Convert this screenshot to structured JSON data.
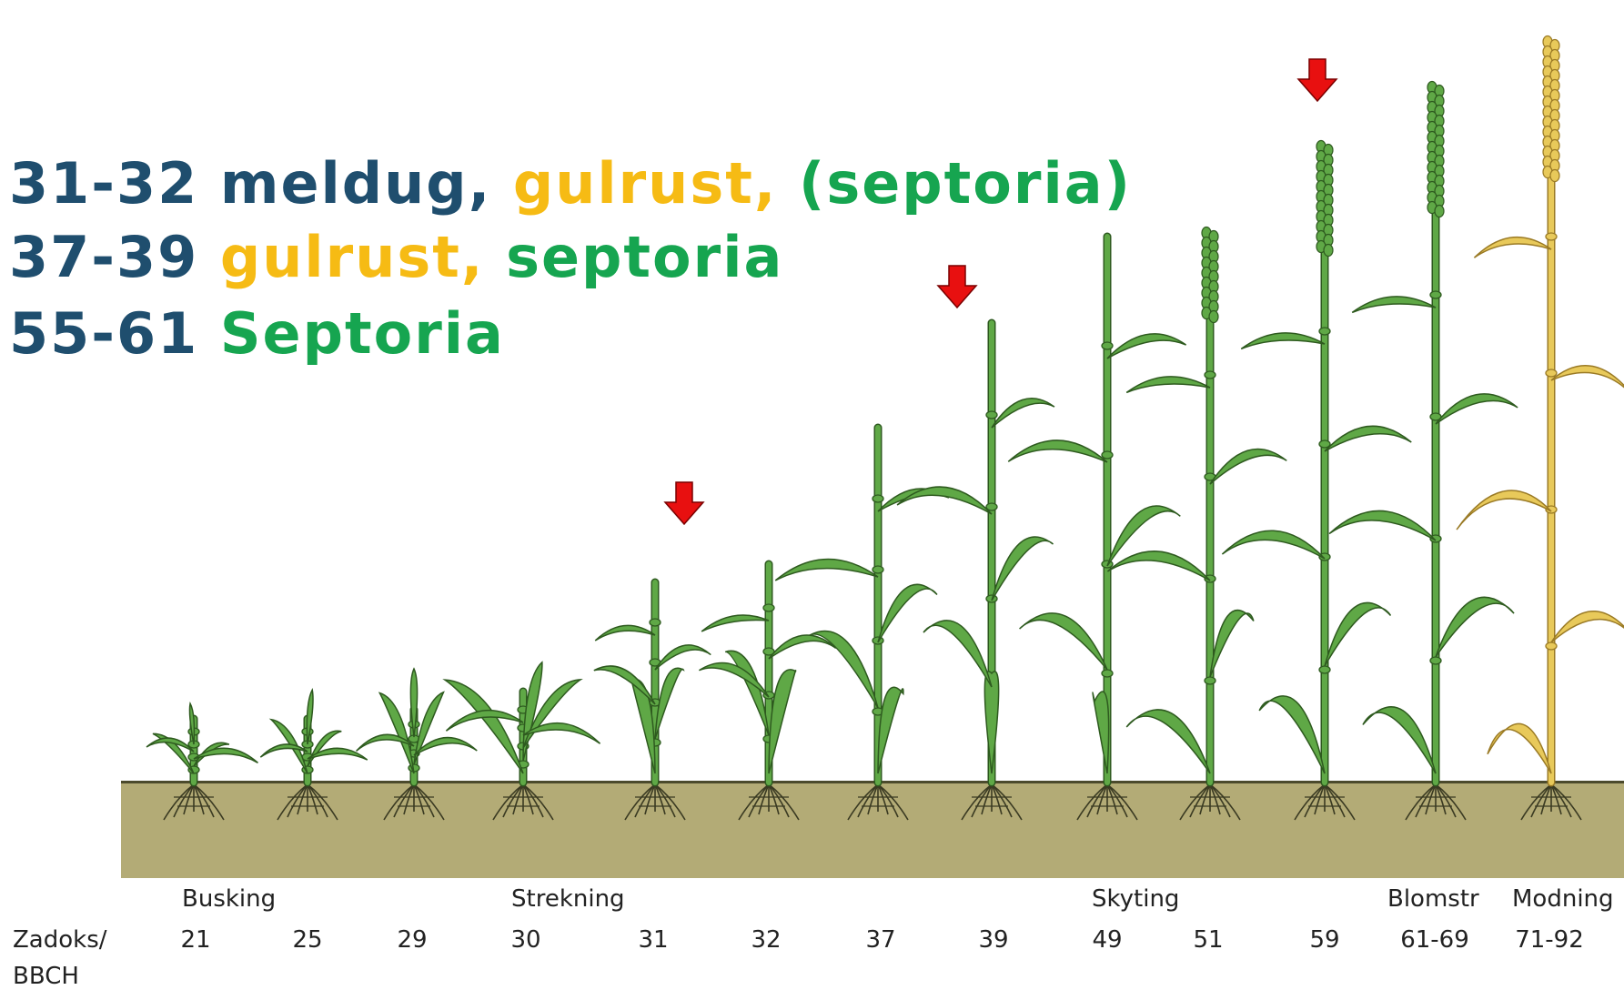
{
  "heading": {
    "line1": [
      {
        "text": "31-32 meldug",
        "color": "blue"
      },
      {
        "text": ", ",
        "color": "blue"
      },
      {
        "text": "gulrust, ",
        "color": "gold"
      },
      {
        "text": "(septoria)",
        "color": "green"
      }
    ],
    "line2": [
      {
        "text": "37-39 ",
        "color": "blue"
      },
      {
        "text": "gulrust, ",
        "color": "gold"
      },
      {
        "text": "septoria",
        "color": "green"
      }
    ],
    "line3": [
      {
        "text": "55-61 ",
        "color": "blue"
      },
      {
        "text": "Septoria",
        "color": "green"
      }
    ]
  },
  "colors": {
    "blue": "#1f4e6e",
    "gold": "#f6bb14",
    "green": "#16a550",
    "plant_green": "#5fa846",
    "plant_outline": "#2e5a1f",
    "ripe_yellow": "#e8c95a",
    "ripe_outline": "#9a7a25",
    "soil": "#b3ab76",
    "arrow_red": "#e81010"
  },
  "axis": {
    "label_line1": "Zadoks/",
    "label_line2": "BBCH",
    "phases": [
      "Busking",
      "Strekning",
      "Skyting",
      "Blomstr",
      "Modning"
    ],
    "stages": [
      "21",
      "25",
      "29",
      "30",
      "31",
      "32",
      "37",
      "39",
      "49",
      "51",
      "59",
      "61-69",
      "71-92"
    ]
  },
  "arrows": {
    "icon": "arrow-down-icon",
    "marked_stages": [
      "31",
      "39",
      "59"
    ]
  }
}
